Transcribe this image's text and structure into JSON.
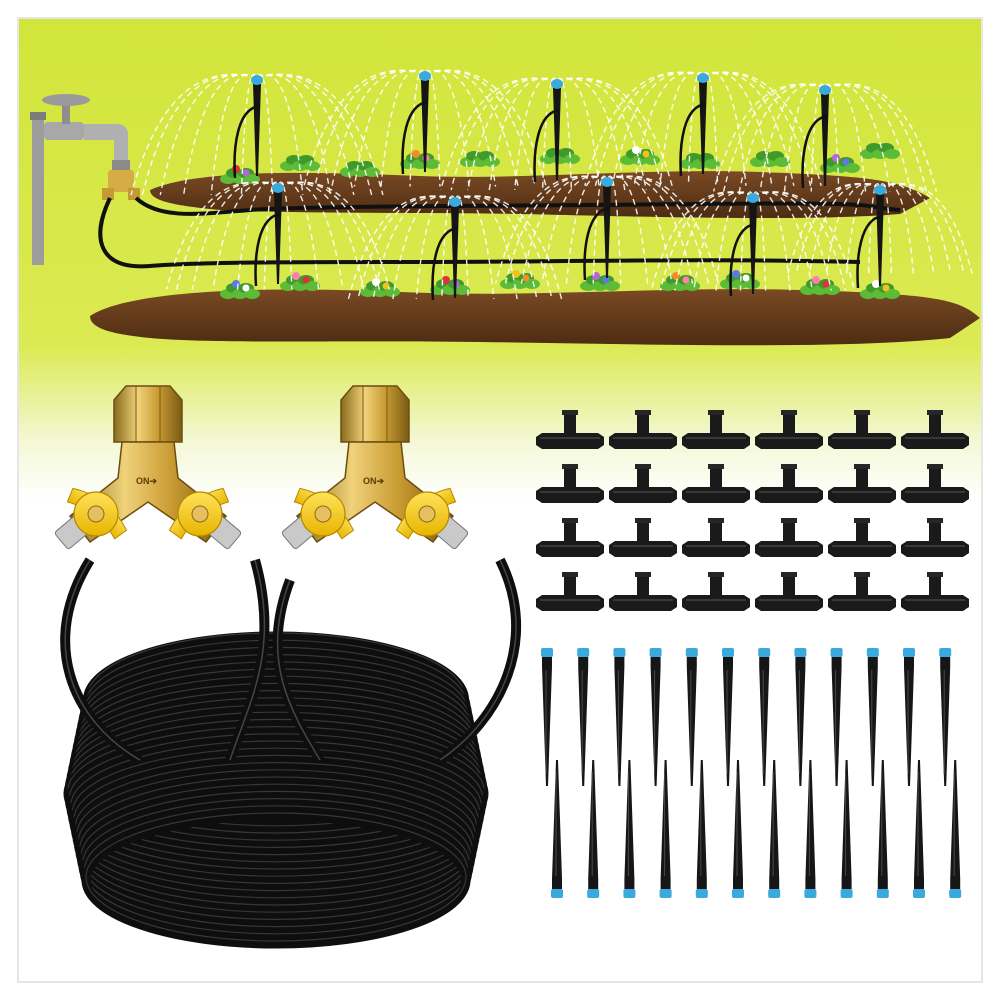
{
  "valve_label": "ON➔",
  "colors": {
    "background_top": "#d4e63a",
    "background_bottom": "#ffffff",
    "border": "#e9e9e9",
    "soil": "#6b3f1e",
    "tubing": "#0e0e0e",
    "brass": "#c9a23a",
    "valve_handle": "#f7c913",
    "emitter_cap": "#3aa9dd",
    "spray": "#ffffff",
    "faucet": "#9a9a9a"
  },
  "icons": {
    "faucet": "faucet-icon",
    "valve": "splitter-valve-icon",
    "tee": "tee-connector-icon",
    "stake": "drip-stake-icon",
    "tubing": "tubing-coil-icon"
  },
  "kit": {
    "splitter_valves": 2,
    "tee_connectors": {
      "rows": 4,
      "cols": 6
    },
    "drip_stakes": {
      "rows": 2,
      "cols": 12
    },
    "garden_emitters": 10
  }
}
